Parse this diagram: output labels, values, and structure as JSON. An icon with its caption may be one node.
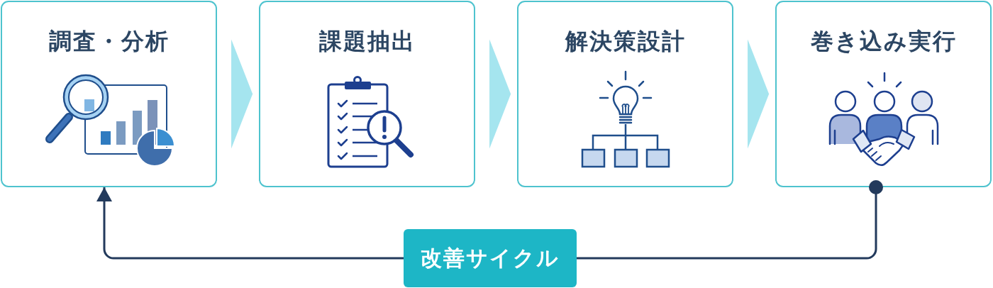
{
  "diagram": {
    "nodes": [
      {
        "text": [
          "調査・分析"
        ]
      },
      {
        "text": [
          "課題抽出"
        ]
      },
      {
        "text": [
          "解決策設計"
        ]
      },
      {
        "text": [
          "巻き込み実行"
        ]
      }
    ],
    "edges": [
      {
        "from": 0,
        "to": 1,
        "arrow": "to"
      },
      {
        "from": 1,
        "to": 2,
        "arrow": "to"
      },
      {
        "from": 2,
        "to": 3,
        "arrow": "to"
      },
      {
        "from": 3,
        "to": 0,
        "arrow": "to",
        "label": "改善サイクル",
        "color": "#233a5c"
      }
    ]
  }
}
